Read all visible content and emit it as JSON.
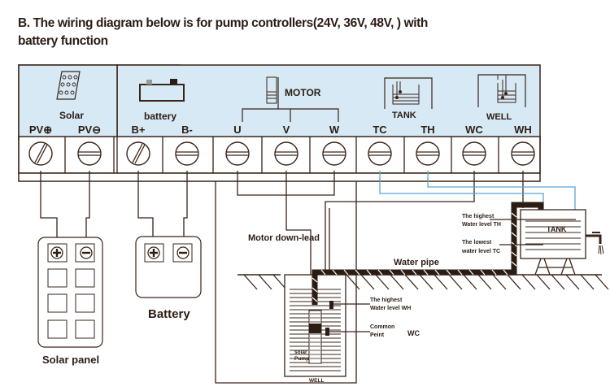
{
  "title": {
    "line1": "B. The wiring diagram below is for pump controllers(24V, 36V, 48V, ) with",
    "line2": "battery function"
  },
  "controller": {
    "sections": [
      {
        "name": "Solar",
        "icon": "solar-panel-icon"
      },
      {
        "name": "battery",
        "icon": "battery-icon"
      },
      {
        "name": "MOTOR",
        "icon": "motor-icon"
      },
      {
        "name": "TANK",
        "icon": "tank-icon"
      },
      {
        "name": "WELL",
        "icon": "well-icon"
      }
    ],
    "terminals": [
      {
        "label": "PV⊕",
        "screw": "diagonal"
      },
      {
        "label": "PV⊖",
        "screw": "horizontal"
      },
      {
        "label": "B+",
        "screw": "diagonal"
      },
      {
        "label": "B-",
        "screw": "horizontal"
      },
      {
        "label": "U",
        "screw": "horizontal"
      },
      {
        "label": "V",
        "screw": "horizontal"
      },
      {
        "label": "W",
        "screw": "horizontal"
      },
      {
        "label": "TC",
        "screw": "horizontal"
      },
      {
        "label": "TH",
        "screw": "horizontal"
      },
      {
        "label": "WC",
        "screw": "horizontal"
      },
      {
        "label": "WH",
        "screw": "horizontal"
      }
    ]
  },
  "devices": {
    "solar_panel": "Solar panel",
    "battery": "Battery"
  },
  "annotations": {
    "motor_down_lead": "Motor down-lead",
    "water_pipe": "Water pipe",
    "tank": "TANK",
    "tank_high_1": "The highest",
    "tank_high_2": "Water level  TH",
    "tank_low_1": "The lowest",
    "tank_low_2": "water level  TC",
    "well_high_1": "The highest",
    "well_high_2": "Water level  WH",
    "well_common_1": "Common",
    "well_common_2": "Peint",
    "well_common_code": "WC",
    "pump_1": "solar",
    "pump_2": "Pump",
    "well": "WELL"
  },
  "colors": {
    "panel_fill": "#d6e9f5",
    "line": "#3a2418",
    "sensor_wire": "#5ba3d6"
  }
}
